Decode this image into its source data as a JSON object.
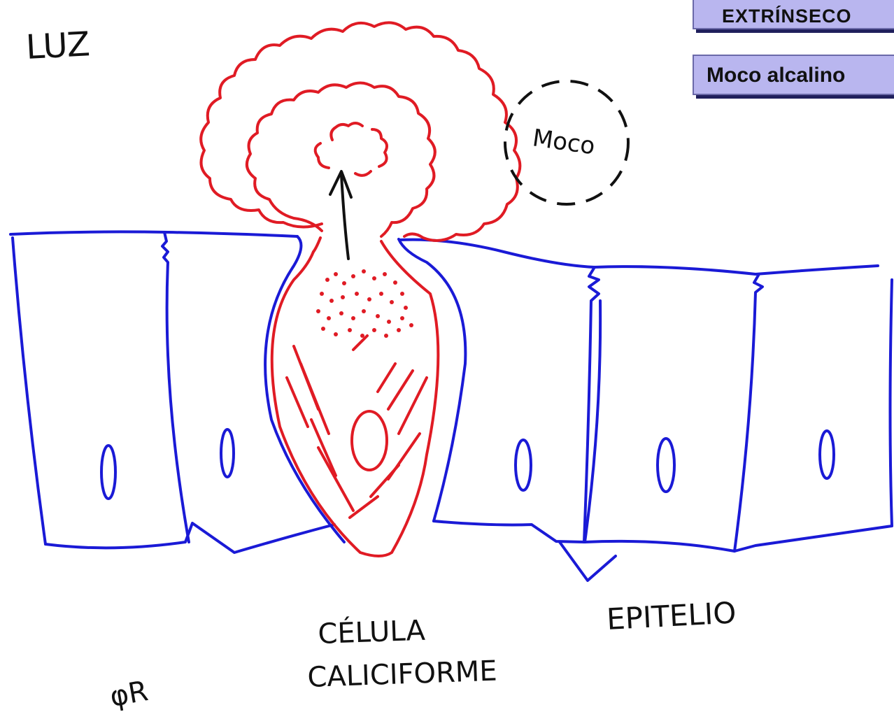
{
  "labels": {
    "luz": "LUZ",
    "moco": "Moco",
    "celula_line1": "CÉLULA",
    "celula_line2": "CALICIFORME",
    "epitelio": "EPITELIO",
    "signature": "φR"
  },
  "boxes": {
    "top": "EXTRÍNSECO",
    "moco_alcalino": "Moco alcalino"
  },
  "colors": {
    "epithelium": "#1a1ad6",
    "goblet_cell": "#e01b24",
    "box_fill": "#b9b6ef",
    "box_shadow": "#1f1f5c"
  }
}
